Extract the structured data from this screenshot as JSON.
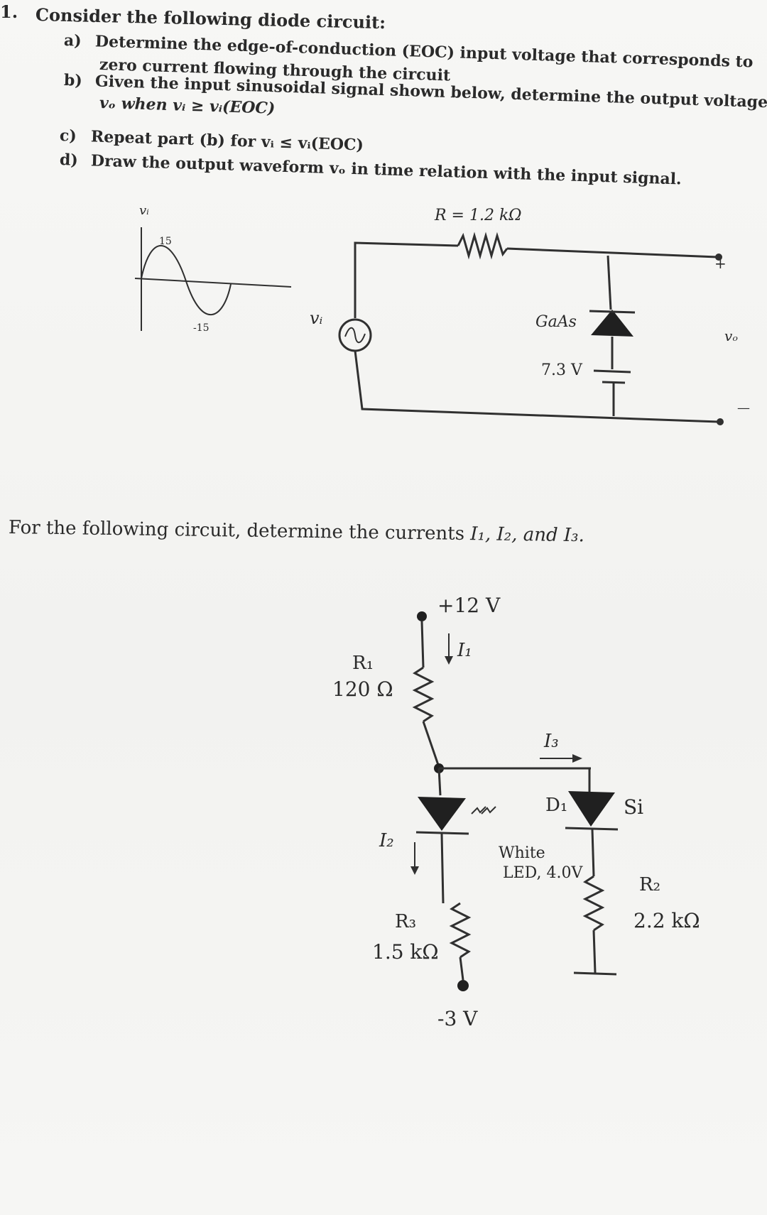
{
  "problem1": {
    "number": "1.",
    "title": "Consider the following diode circuit:",
    "parts": {
      "a_letter": "a)",
      "a_text": "Determine the edge-of-conduction (EOC) input voltage that corresponds to",
      "a_text2": "zero current flowing through the circuit",
      "b_letter": "b)",
      "b_text": "Given the input sinusoidal signal shown below, determine the output voltage",
      "b_text2": "vₒ when vᵢ ≥ vᵢ(EOC)",
      "c_letter": "c)",
      "c_text": "Repeat part (b) for vᵢ ≤ vᵢ(EOC)",
      "d_letter": "d)",
      "d_text": "Draw the output waveform vₒ in time relation with the input signal."
    },
    "waveform": {
      "axis_label": "vᵢ",
      "peak_label": "15",
      "trough_label": "-15"
    },
    "circuit": {
      "resistor_label": "R = 1.2 kΩ",
      "source_label": "vᵢ",
      "diode_label": "GaAs",
      "battery_label": "7.3 V",
      "plus_label": "+",
      "output_label": "vₒ",
      "minus_label": "—"
    }
  },
  "problem2": {
    "prompt": "For the following circuit, determine the currents",
    "currents": "I₁, I₂, and I₃.",
    "circuit": {
      "supply_top": "+12 V",
      "i1": "I₁",
      "r1_name": "R₁",
      "r1_value": "120 Ω",
      "i3": "I₃",
      "i2": "I₂",
      "d1": "D₁",
      "si": "Si",
      "led_line1": "White",
      "led_line2": "LED, 4.0V",
      "r3_name": "R₃",
      "r3_value": "1.5 kΩ",
      "r2_name": "R₂",
      "r2_value": "2.2 kΩ",
      "supply_bottom": "-3 V"
    }
  }
}
